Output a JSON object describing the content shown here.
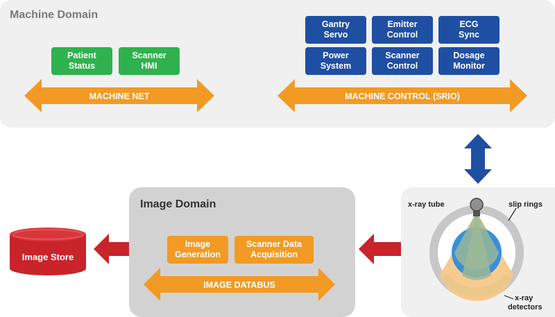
{
  "machine_domain": {
    "title": "Machine Domain",
    "net_modules": [
      {
        "label": "Patient\nStatus"
      },
      {
        "label": "Scanner\nHMI"
      }
    ],
    "control_modules": [
      {
        "label": "Gantry\nServo"
      },
      {
        "label": "Emitter\nControl"
      },
      {
        "label": "ECG\nSync"
      },
      {
        "label": "Power\nSystem"
      },
      {
        "label": "Scanner\nControl"
      },
      {
        "label": "Dosage\nMonitor"
      }
    ],
    "machine_net_label": "MACHINE NET",
    "machine_control_label": "MACHINE CONTROL (SRIO)"
  },
  "image_domain": {
    "title": "Image Domain",
    "modules": [
      {
        "label": "Image\nGeneration"
      },
      {
        "label": "Scanner Data\nAcquisition"
      }
    ],
    "databus_label": "IMAGE DATABUS"
  },
  "image_store": {
    "label": "Image Store"
  },
  "scanner": {
    "xray_tube_label": "x-ray tube",
    "slip_rings_label": "slip rings",
    "detectors_label_line1": "x-ray",
    "detectors_label_line2": "detectors"
  },
  "colors": {
    "green": "#2fb24e",
    "blue": "#1f4fa3",
    "orange": "#f29a24",
    "red": "#c8242a",
    "panel_gray": "#f0f0f0",
    "image_domain_gray": "#d2d2d2"
  }
}
